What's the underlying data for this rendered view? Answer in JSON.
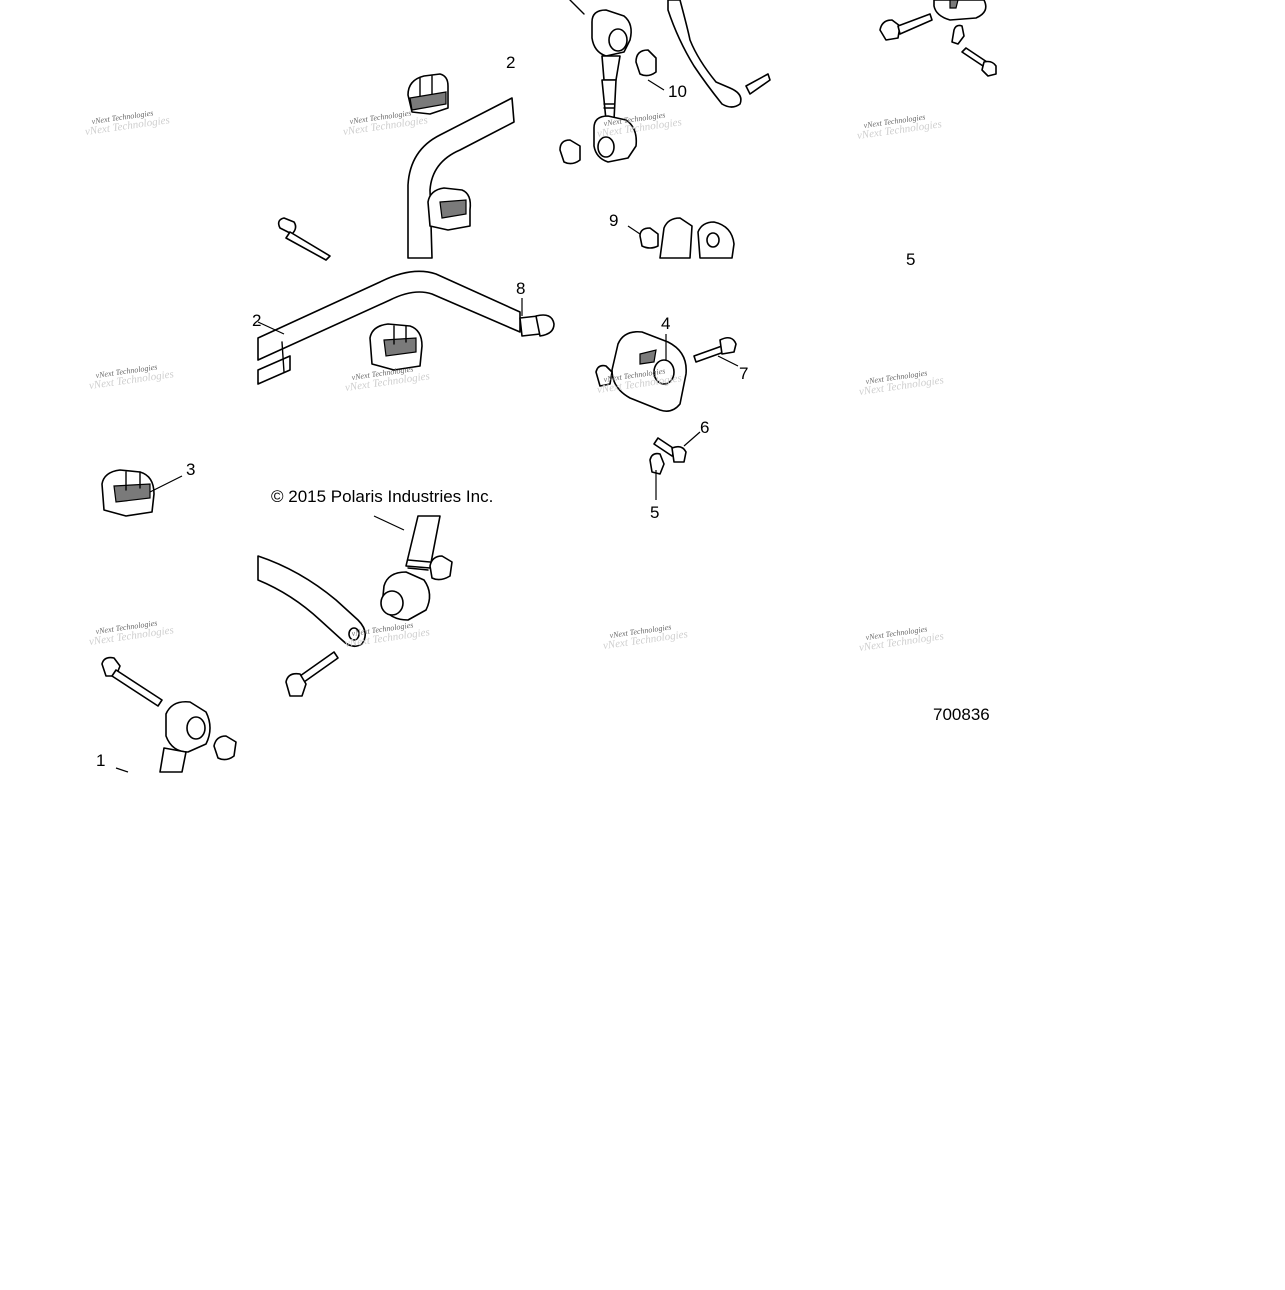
{
  "copyright": "© 2015 Polaris Industries Inc.",
  "figure_number": "700836",
  "callouts": [
    {
      "id": "1",
      "label": "1"
    },
    {
      "id": "2",
      "label": "2"
    },
    {
      "id": "2b",
      "label": "2"
    },
    {
      "id": "3",
      "label": "3"
    },
    {
      "id": "4",
      "label": "4"
    },
    {
      "id": "5",
      "label": "5"
    },
    {
      "id": "5b",
      "label": "5"
    },
    {
      "id": "6",
      "label": "6"
    },
    {
      "id": "7",
      "label": "7"
    },
    {
      "id": "8",
      "label": "8"
    },
    {
      "id": "9",
      "label": "9"
    },
    {
      "id": "10",
      "label": "10"
    }
  ],
  "watermark": {
    "line1": "vNext Technologies",
    "line2": "vNext Technologies"
  }
}
